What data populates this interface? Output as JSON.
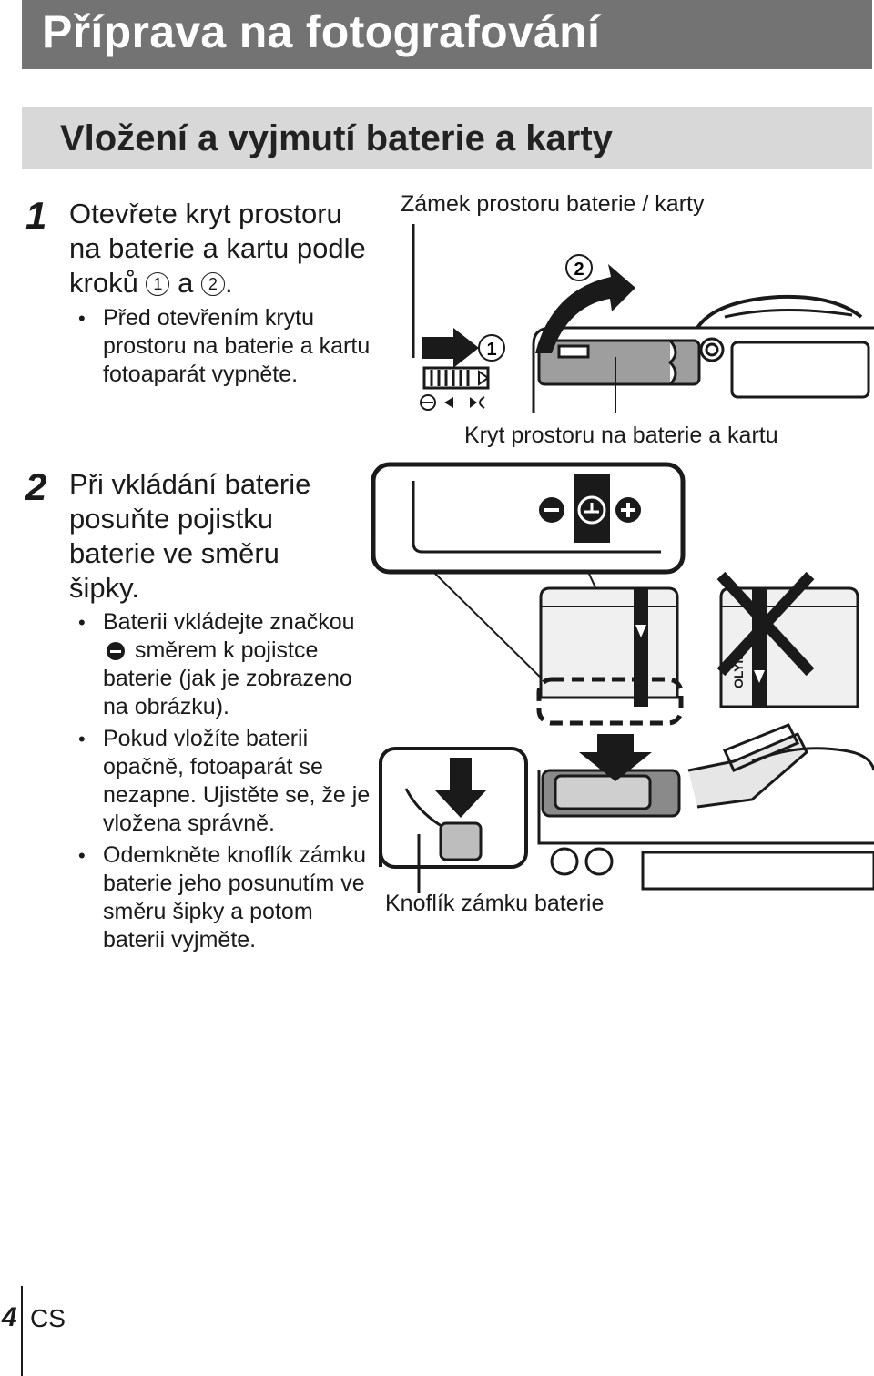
{
  "page": {
    "title": "Příprava na fotografování",
    "section_title": "Vložení a vyjmutí baterie a karty"
  },
  "step1": {
    "number": "1",
    "text_line1": "Otevřete kryt prostoru",
    "text_line2": "na baterie a kartu podle",
    "text_line3_pre": "kroků",
    "circle1": "1",
    "text_and": "a",
    "circle2": "2",
    "text_end": ".",
    "bullets": [
      "Před otevřením krytu prostoru na baterie a kartu fotoaparát vypněte."
    ]
  },
  "step2": {
    "number": "2",
    "text_line1": "Při vkládání baterie",
    "text_line2": "posuňte pojistku",
    "text_line3": "baterie ve směru",
    "text_line4": "šipky.",
    "bullet1_pre": "Baterii vkládejte značkou",
    "bullet1_post": "směrem k pojistce baterie (jak je zobrazeno na obrázku).",
    "bullets": [
      "Pokud vložíte baterii opačně, fotoaparát se nezapne. Ujistěte se, že je vložena správně.",
      "Odemkněte knoflík zámku baterie jeho posunutím ve směru šipky a potom baterii vyjměte."
    ]
  },
  "labels": {
    "lock_label": "Zámek prostoru baterie / karty",
    "cover_label": "Kryt prostoru na baterie a kartu",
    "knob_label": "Knoflík zámku baterie",
    "callout_1": "1",
    "callout_2": "2",
    "battery_brand": "OLYM"
  },
  "footer": {
    "page_number": "4",
    "language": "CS"
  }
}
